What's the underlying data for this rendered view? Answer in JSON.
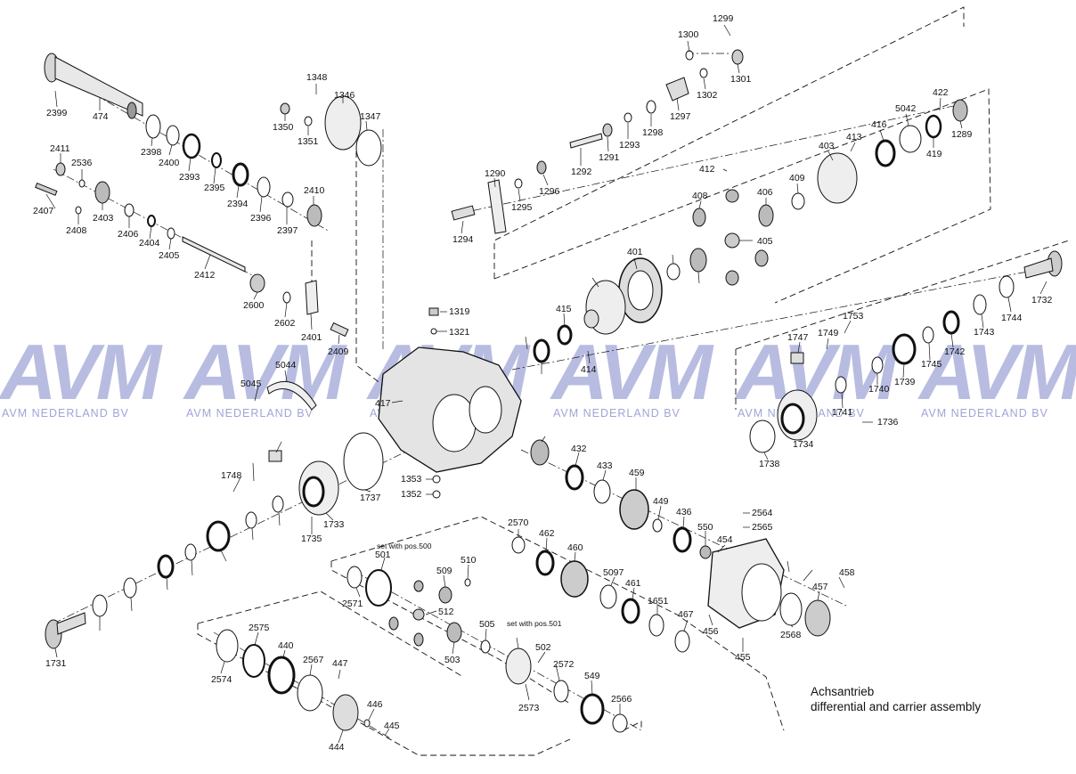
{
  "diagram": {
    "caption_line1": "Achsantrieb",
    "caption_line2": "differential and carrier assembly",
    "watermark_logo": "AVM",
    "watermark_company": "AVM NEDERLAND BV",
    "note_set_500": "set with pos.500",
    "note_set_501": "set with pos.501",
    "part_labels": [
      "1299",
      "1300",
      "1301",
      "1302",
      "1297",
      "1298",
      "1293",
      "1291",
      "1292",
      "1296",
      "1295",
      "1290",
      "1294",
      "1348",
      "1346",
      "1347",
      "1350",
      "1351",
      "2399",
      "474",
      "2398",
      "2400",
      "2393",
      "2395",
      "2394",
      "2396",
      "2397",
      "2410",
      "2411",
      "2536",
      "2407",
      "2403",
      "2408",
      "2406",
      "2404",
      "2405",
      "2412",
      "2600",
      "2602",
      "2401",
      "2409",
      "422",
      "1289",
      "5042",
      "416",
      "413",
      "403",
      "419",
      "412",
      "409",
      "408",
      "406",
      "405",
      "401",
      "1319",
      "1321",
      "415",
      "414",
      "1753",
      "1747",
      "1749",
      "1732",
      "1744",
      "1743",
      "1742",
      "1745",
      "1739",
      "1740",
      "1741",
      "1736",
      "1734",
      "1738",
      "5044",
      "5045",
      "417",
      "1737",
      "1353",
      "1352",
      "1748",
      "1733",
      "1735",
      "432",
      "433",
      "459",
      "449",
      "436",
      "550",
      "2564",
      "2565",
      "454",
      "457",
      "458",
      "2568",
      "456",
      "455",
      "467",
      "1651",
      "2570",
      "462",
      "460",
      "5097",
      "461",
      "501",
      "509",
      "510",
      "2571",
      "512",
      "503",
      "505",
      "502",
      "2572",
      "549",
      "2566",
      "2573",
      "2574",
      "2575",
      "440",
      "2567",
      "447",
      "446",
      "445",
      "444",
      "1731"
    ]
  }
}
